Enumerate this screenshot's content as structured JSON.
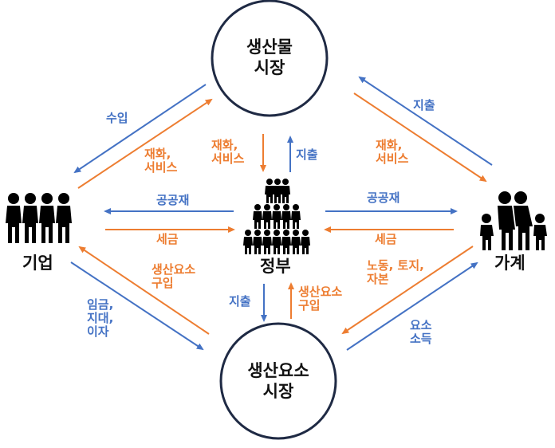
{
  "colors": {
    "flow_money": "#4472C4",
    "flow_goods": "#ED7D31",
    "node_stroke": "#1F2A44",
    "text": "#111111"
  },
  "nodes": {
    "product_market": {
      "title": "생산물\n시장"
    },
    "factor_market": {
      "title": "생산요소\n시장"
    },
    "firm": {
      "label": "기업",
      "icon": "group-of-people-icon"
    },
    "household": {
      "label": "가계",
      "icon": "family-icon"
    },
    "government": {
      "label": "정부",
      "icon": "pyramid-of-people-icon"
    }
  },
  "flows": {
    "product_to_firm_revenue": {
      "label": "수입",
      "color": "blue"
    },
    "firm_to_product_goods": {
      "label": "재화,\n서비스",
      "color": "orange"
    },
    "household_to_product_spending": {
      "label": "지출",
      "color": "blue"
    },
    "product_to_household_goods": {
      "label": "재화,\n서비스",
      "color": "orange"
    },
    "product_to_gov_goods": {
      "label": "재화,\n서비스",
      "color": "orange"
    },
    "gov_to_product_spending": {
      "label": "지출",
      "color": "blue"
    },
    "gov_to_firm_public_goods": {
      "label": "공공재",
      "color": "blue"
    },
    "firm_to_gov_tax": {
      "label": "세금",
      "color": "orange"
    },
    "gov_to_household_public_goods": {
      "label": "공공재",
      "color": "blue"
    },
    "household_to_gov_tax": {
      "label": "세금",
      "color": "orange"
    },
    "factor_to_firm_purchase": {
      "label": "생산요소\n구입",
      "color": "orange"
    },
    "firm_to_factor_payment": {
      "label": "임금,\n지대,\n이자",
      "color": "blue"
    },
    "gov_to_factor_spending": {
      "label": "지출",
      "color": "blue"
    },
    "factor_to_gov_purchase": {
      "label": "생산요소\n구입",
      "color": "orange"
    },
    "household_to_factor_inputs": {
      "label": "노동, 토지,\n자본",
      "color": "orange"
    },
    "factor_to_household_income": {
      "label": "요소\n소득",
      "color": "blue"
    }
  }
}
